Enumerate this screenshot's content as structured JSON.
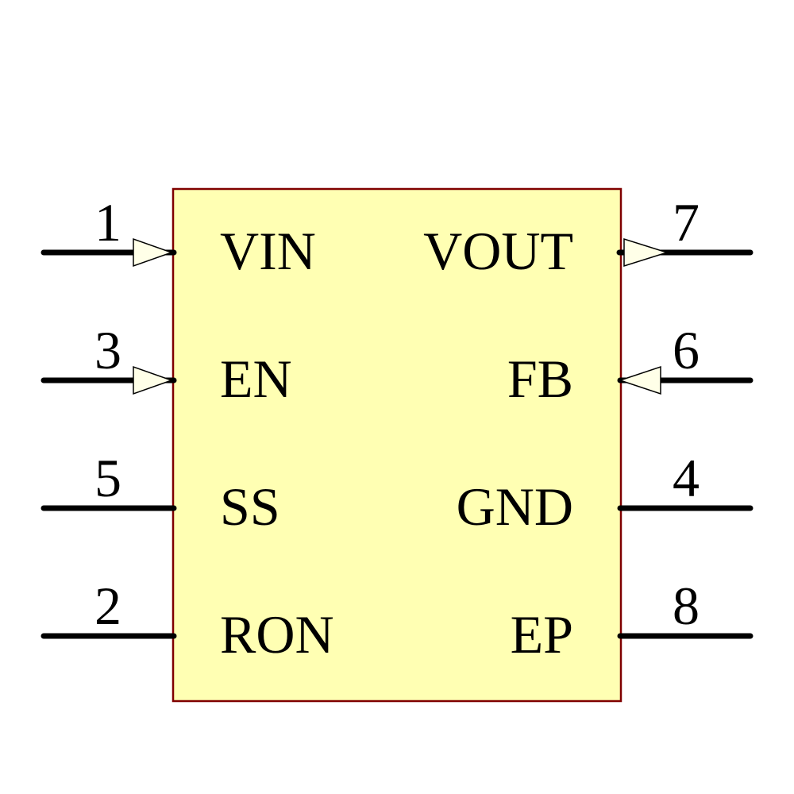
{
  "diagram": {
    "type": "ic-schematic-symbol",
    "background": "#FFFFFF",
    "colors": {
      "body_fill": "#FFFFB3",
      "body_border": "#7F0000",
      "arrow_fill": "#FFFFE8",
      "pin_line": "#000000",
      "text": "#000000"
    },
    "pins": [
      {
        "number": "1",
        "name": "VIN",
        "side": "left",
        "row": 1,
        "arrow": "input"
      },
      {
        "number": "3",
        "name": "EN",
        "side": "left",
        "row": 2,
        "arrow": "input"
      },
      {
        "number": "5",
        "name": "SS",
        "side": "left",
        "row": 3,
        "arrow": "none"
      },
      {
        "number": "2",
        "name": "RON",
        "side": "left",
        "row": 4,
        "arrow": "none"
      },
      {
        "number": "7",
        "name": "VOUT",
        "side": "right",
        "row": 1,
        "arrow": "output"
      },
      {
        "number": "6",
        "name": "FB",
        "side": "right",
        "row": 2,
        "arrow": "input"
      },
      {
        "number": "4",
        "name": "GND",
        "side": "right",
        "row": 3,
        "arrow": "none"
      },
      {
        "number": "8",
        "name": "EP",
        "side": "right",
        "row": 4,
        "arrow": "none"
      }
    ]
  }
}
